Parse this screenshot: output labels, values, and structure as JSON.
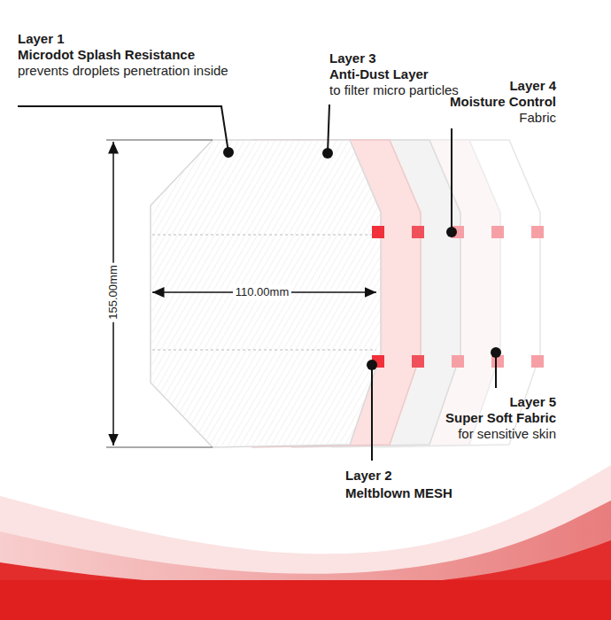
{
  "diagram": {
    "labels": [
      "Layer 1",
      "Microdot Splash Resistance",
      "prevents droplets penetration inside",
      "Layer 3",
      "Anti-Dust Layer",
      "to filter micro particles",
      "Layer 4",
      "Moisture Control",
      "Fabric",
      "155.00mm",
      "110.00mm",
      "Layer 2",
      "Meltblown MESH",
      "Layer 5",
      "Super Soft Fabric",
      "for sensitive skin"
    ]
  }
}
